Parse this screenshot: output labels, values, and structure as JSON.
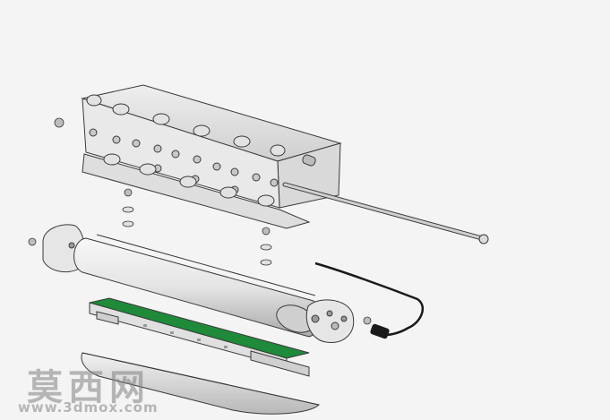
{
  "watermark": {
    "chinese": "莫西网",
    "url": "www.3dmox.com"
  },
  "colors": {
    "background": "#f4f4f4",
    "metal_light": "#e6e6e6",
    "metal_mid": "#cfcfcf",
    "metal_dark": "#8a8a8a",
    "outline": "#3a3a3a",
    "pcb_green": "#1e8a3a",
    "cable": "#1a1a1a"
  },
  "parts": [
    "mounting-bracket",
    "support-rod",
    "end-cap-left",
    "aluminium-housing",
    "end-cap-right",
    "pcb-led-board",
    "diffuser-lens",
    "power-cable",
    "screws",
    "washers"
  ]
}
